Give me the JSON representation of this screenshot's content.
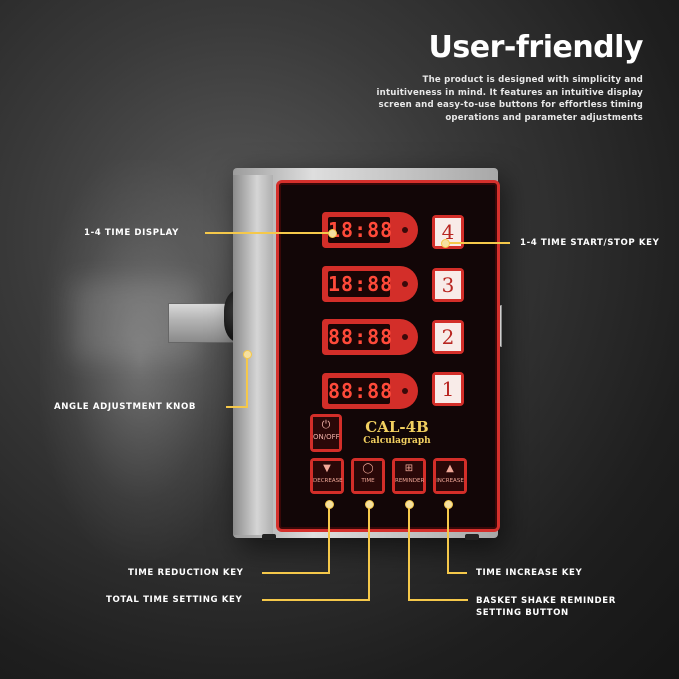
{
  "headline": "User-friendly",
  "description": "The product is designed with simplicity and intuitiveness in mind. It features an intuitive display screen and easy-to-use buttons for effortless timing operations and parameter adjustments",
  "callouts": {
    "time_display": "1-4 TIME DISPLAY",
    "start_stop": "1-4 TIME START/STOP KEY",
    "angle_knob": "ANGLE ADJUSTMENT KNOB",
    "time_reduction": "TIME REDUCTION KEY",
    "time_increase": "TIME INCREASE KEY",
    "total_time": "TOTAL TIME SETTING KEY",
    "basket_shake": "BASKET SHAKE REMINDER SETTING BUTTON"
  },
  "device": {
    "displays": [
      "18:88",
      "18:88",
      "88:88",
      "88:88"
    ],
    "keys": [
      "4",
      "3",
      "2",
      "1"
    ],
    "model": "CAL-4B",
    "subtitle": "Calculagraph",
    "onoff_label": "ON/OFF",
    "function_keys": [
      {
        "icon": "▼",
        "label": "DECREASE"
      },
      {
        "icon": "◯",
        "label": "TIME"
      },
      {
        "icon": "⊞",
        "label": "REMINDER"
      },
      {
        "icon": "▲",
        "label": "INCREASE"
      }
    ]
  },
  "colors": {
    "accent_line": "#f5c84a",
    "panel_red": "#d32e29",
    "brand_text": "#f2d060"
  }
}
